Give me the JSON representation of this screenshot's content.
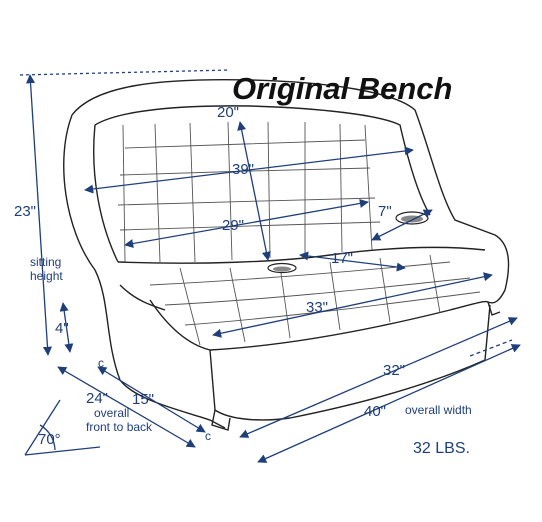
{
  "title": "Original Bench",
  "weight": "32 LBS.",
  "colors": {
    "dimension": "#1f3f7a",
    "outline": "#222222",
    "title": "#111111"
  },
  "labels": {
    "height_total": "23\"",
    "sitting_height_line1": "sitting",
    "sitting_height_line2": "height",
    "seat_height": "4\"",
    "back_height": "20\"",
    "back_width_top": "39\"",
    "back_width_mid": "29\"",
    "cup_holder": "7\"",
    "armrest_gap": "17\"",
    "seat_width": "33\"",
    "base_width": "32\"",
    "overall_width": "40\"",
    "overall_width_label": "overall width",
    "depth_overall": "24\"",
    "depth_overall_label_line1": "overall",
    "depth_overall_label_line2": "front to back",
    "depth_seat": "15\"",
    "angle": "70°",
    "corner_mark_left": "c",
    "corner_mark_right": "c"
  }
}
